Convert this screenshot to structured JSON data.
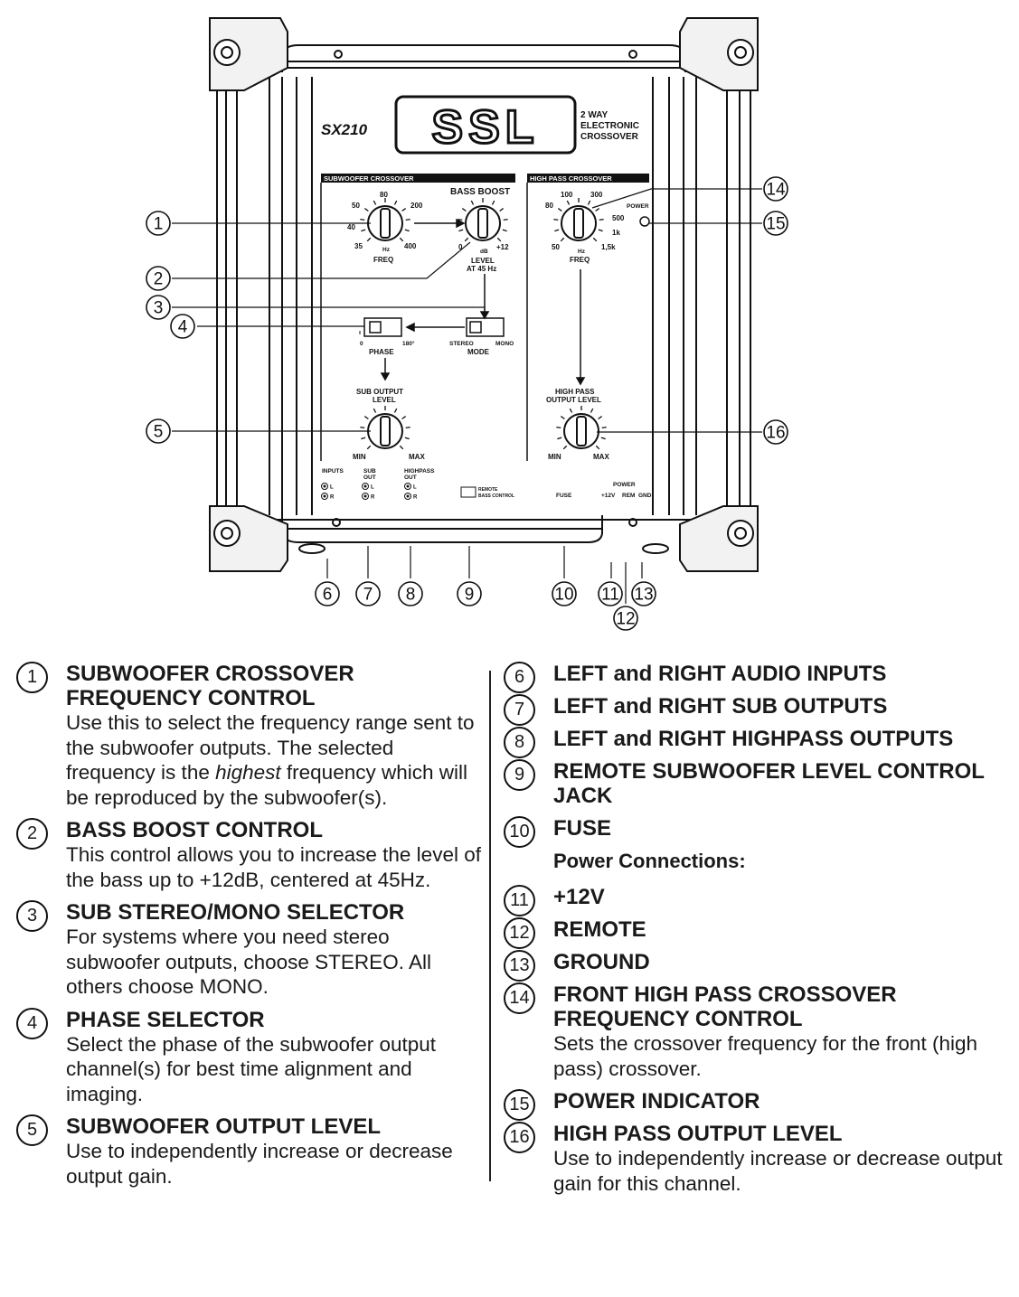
{
  "device": {
    "model": "SX210",
    "brand": "SSL",
    "subtitle_lines": [
      "2 WAY",
      "ELECTRONIC",
      "CROSSOVER"
    ],
    "sections": {
      "sub_crossover": "SUBWOOFER CROSSOVER",
      "high_pass": "HIGH PASS CROSSOVER"
    },
    "knob_labels": {
      "sub_freq_ticks": [
        "50",
        "80",
        "200",
        "40",
        "35",
        "Hz",
        "400"
      ],
      "sub_freq": "FREQ",
      "bass_boost": "BASS BOOST",
      "bass_boost_ticks": [
        "0",
        "dB",
        "+12"
      ],
      "level_line1": "LEVEL",
      "level_line2": "AT 45 Hz",
      "hp_freq_ticks": [
        "100",
        "300",
        "80",
        "500",
        "1k",
        "50",
        "Hz",
        "1,5k"
      ],
      "hp_freq": "FREQ",
      "power": "POWER",
      "sub_out_line1": "SUB OUTPUT",
      "sub_out_line2": "LEVEL",
      "hp_out_line1": "HIGH PASS",
      "hp_out_line2": "OUTPUT LEVEL",
      "min": "MIN",
      "max": "MAX"
    },
    "switches": {
      "phase": "PHASE",
      "phase_left": "0",
      "phase_right": "180°",
      "mode": "MODE",
      "mode_left": "STEREO",
      "mode_right": "MONO"
    },
    "jacks": {
      "inputs": "INPUTS",
      "sub_line1": "SUB",
      "sub_line2": "OUT",
      "hp_line1": "HIGHPASS",
      "hp_line2": "OUT",
      "l": "L",
      "r": "R",
      "remote_line1": "REMOTE",
      "remote_line2": "BASS CONTROL",
      "fuse": "FUSE",
      "power": "POWER",
      "v12": "+12V",
      "rem": "REM",
      "gnd": "GND"
    },
    "callouts": [
      "1",
      "2",
      "3",
      "4",
      "5",
      "6",
      "7",
      "8",
      "9",
      "10",
      "11",
      "12",
      "13",
      "14",
      "15",
      "16"
    ]
  },
  "legend_left": [
    {
      "num": "1",
      "title": "SUBWOOFER CROSSOVER FREQUENCY CONTROL",
      "desc_before": "Use this to select the frequency range sent to the subwoofer outputs. The selected frequency is the ",
      "desc_em": "highest",
      "desc_after": " frequency which will be reproduced by the subwoofer(s)."
    },
    {
      "num": "2",
      "title": "BASS BOOST CONTROL",
      "desc": "This control allows you to increase the level of the bass up to +12dB, centered at 45Hz."
    },
    {
      "num": "3",
      "title": "SUB STEREO/MONO SELECTOR",
      "desc": "For systems where you need stereo subwoofer outputs, choose STEREO. All others choose MONO."
    },
    {
      "num": "4",
      "title": "PHASE SELECTOR",
      "desc": "Select the phase of the subwoofer output channel(s) for best time alignment and imaging."
    },
    {
      "num": "5",
      "title": "SUBWOOFER OUTPUT LEVEL",
      "desc": "Use to independently increase or decrease output gain."
    }
  ],
  "legend_right": [
    {
      "num": "6",
      "title": "LEFT and RIGHT AUDIO INPUTS"
    },
    {
      "num": "7",
      "title": "LEFT and RIGHT SUB OUTPUTS"
    },
    {
      "num": "8",
      "title": "LEFT and RIGHT HIGHPASS OUTPUTS"
    },
    {
      "num": "9",
      "title": "REMOTE SUBWOOFER LEVEL CONTROL JACK"
    },
    {
      "num": "10",
      "title": "FUSE"
    },
    {
      "num": "11",
      "title": "+12V"
    },
    {
      "num": "12",
      "title": "REMOTE"
    },
    {
      "num": "13",
      "title": "GROUND"
    },
    {
      "num": "14",
      "title": "FRONT HIGH PASS CROSSOVER FREQUENCY CONTROL",
      "desc": "Sets the crossover frequency for the front (high pass) crossover."
    },
    {
      "num": "15",
      "title": "POWER INDICATOR"
    },
    {
      "num": "16",
      "title": "HIGH PASS OUTPUT LEVEL",
      "desc": "Use to independently increase or decrease output gain for this channel."
    }
  ],
  "power_connections_heading": "Power Connections:"
}
